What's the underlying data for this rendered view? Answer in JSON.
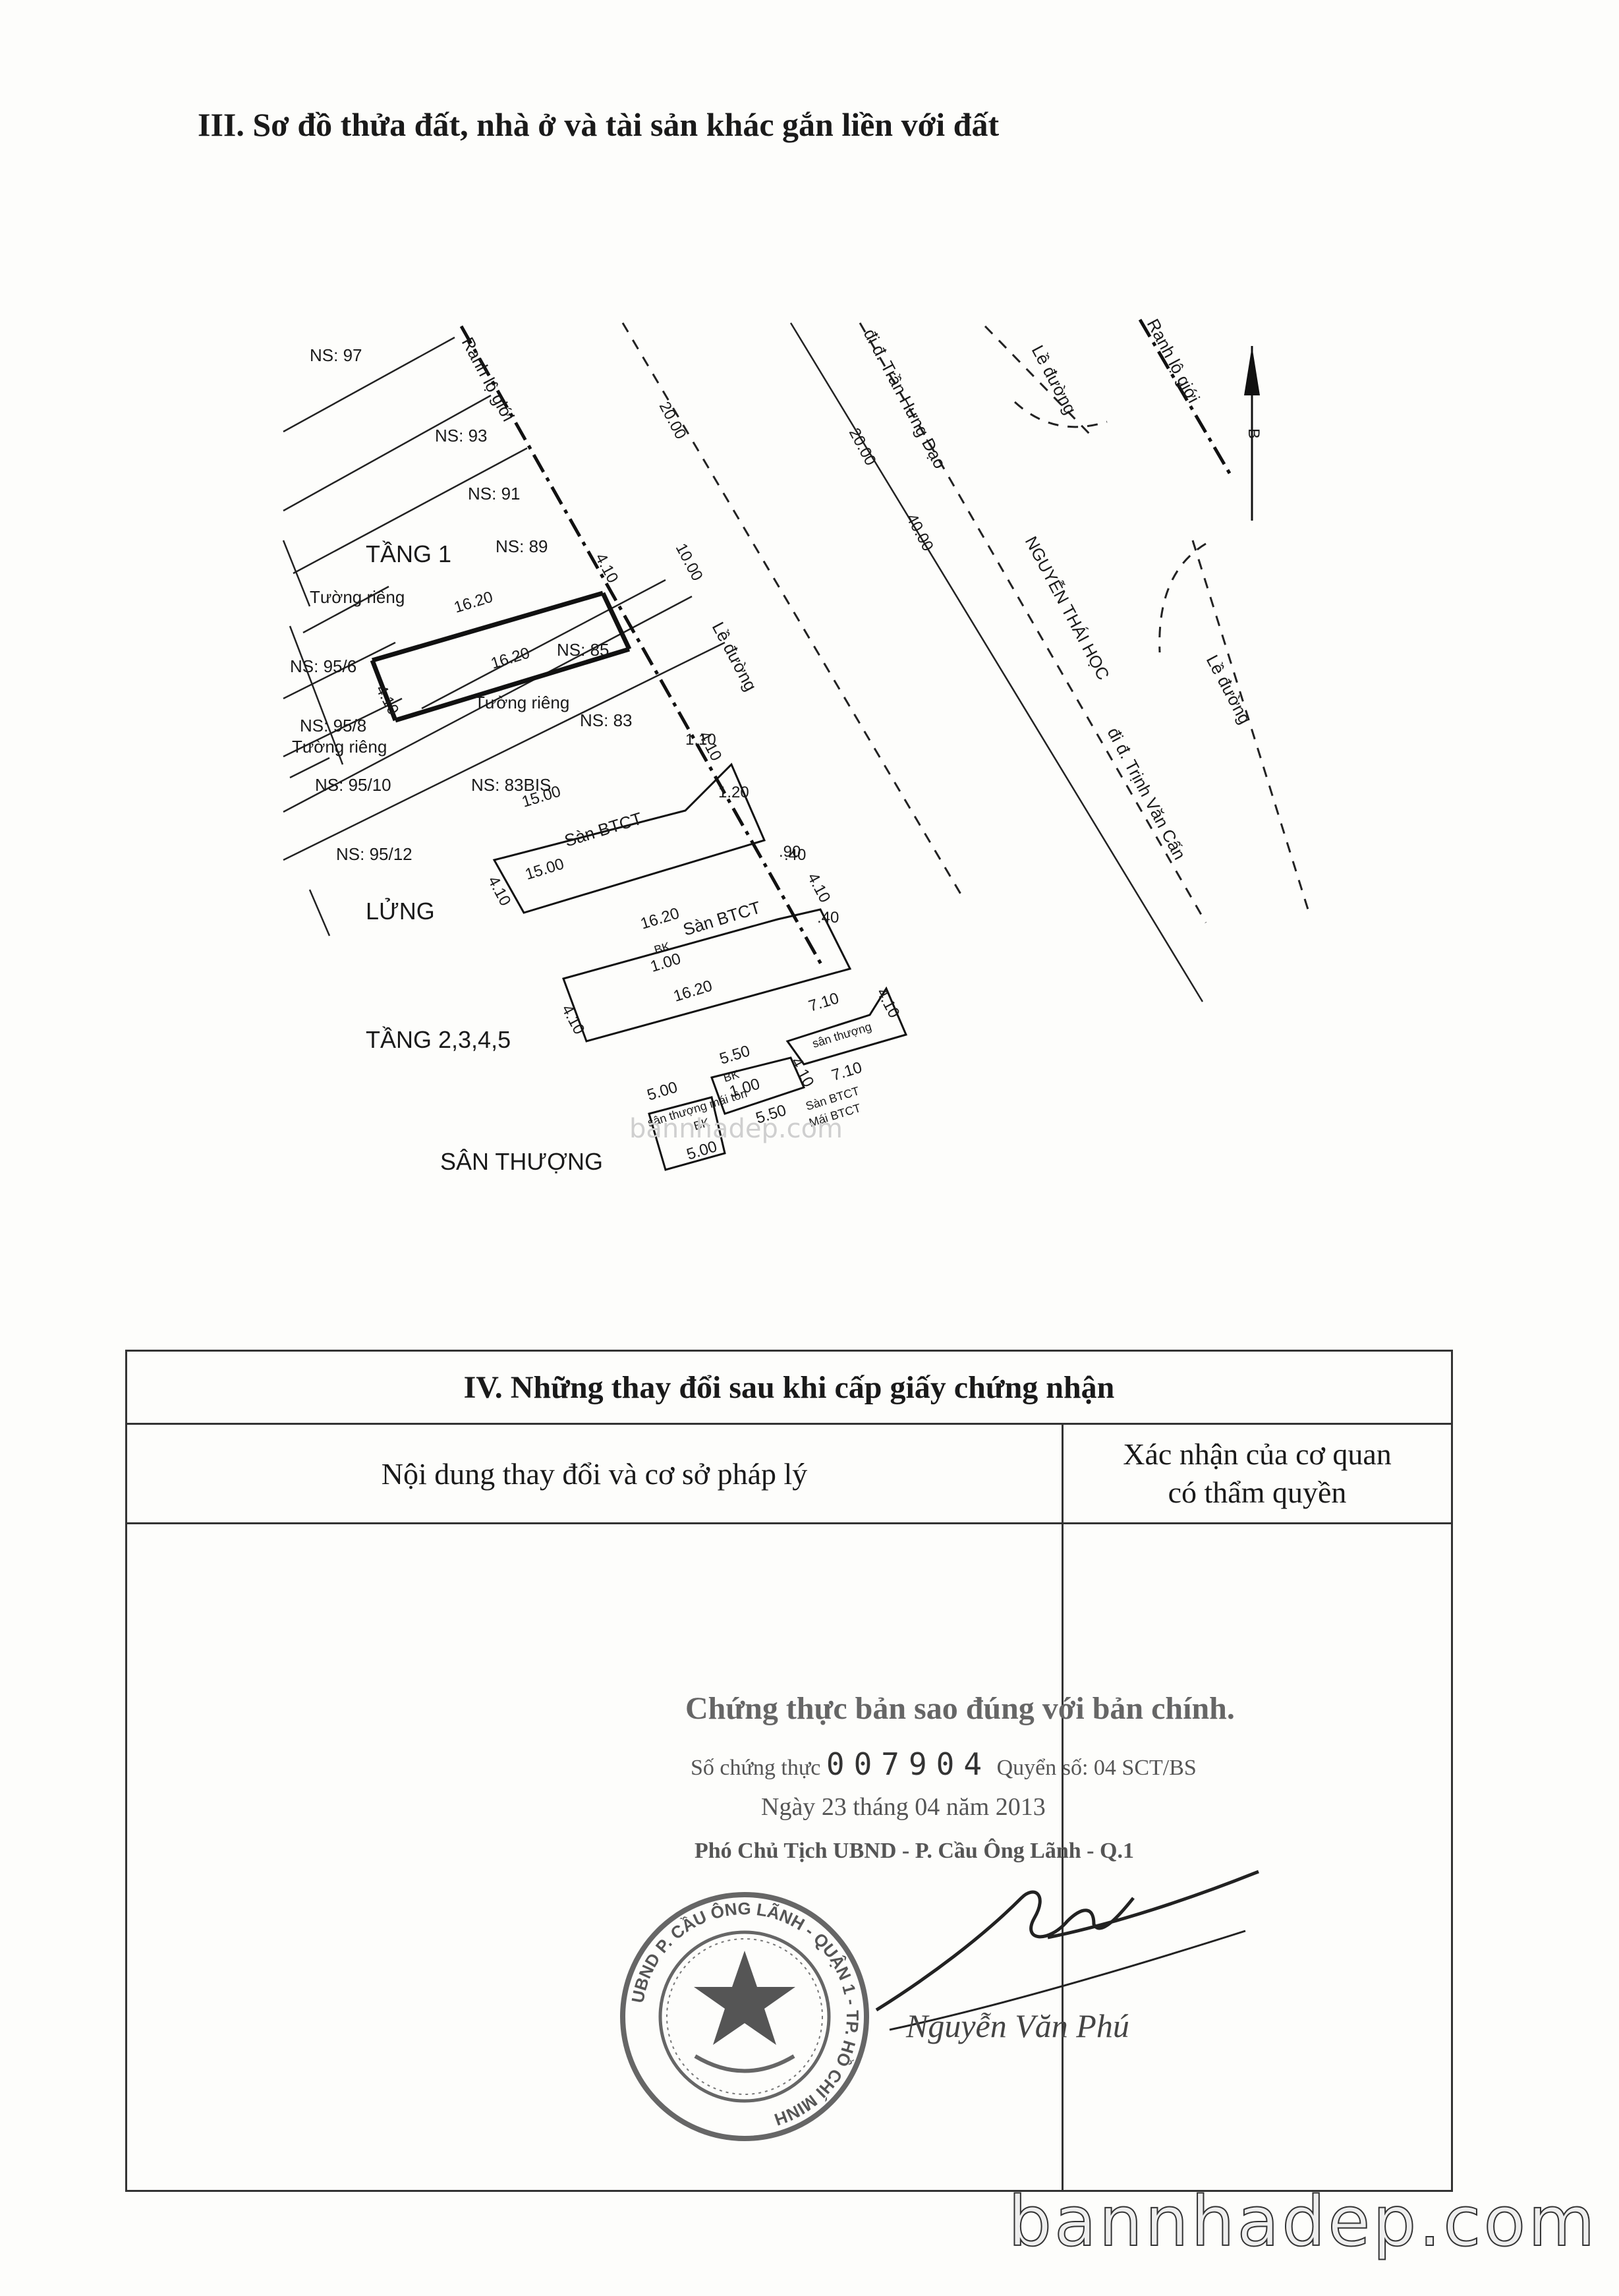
{
  "section3": {
    "title": "III. Sơ đồ thửa đất, nhà ở và tài sản khác gắn liền với đất"
  },
  "diagram": {
    "floors": {
      "tang1": "TẦNG 1",
      "lung": "LỬNG",
      "tang2345": "TẦNG 2,3,4,5",
      "santhuong": "SÂN THƯỢNG"
    },
    "neighbors": [
      "NS: 97",
      "NS: 93",
      "NS: 91",
      "NS: 89",
      "NS: 85",
      "NS: 83",
      "NS: 83BIS",
      "NS: 95/6",
      "NS: 95/8",
      "NS: 95/10",
      "NS: 95/12"
    ],
    "labels": {
      "ranh_lo_gioi_left": "Ranh lộ giới",
      "ranh_lo_gioi_right": "Ranh lộ giới",
      "tuong_rieng_1": "Tường riêng",
      "tuong_rieng_2": "Tường riêng",
      "tuong_rieng_3": "Tường riêng",
      "le_duong_1": "Lề đường",
      "le_duong_2": "Lề đường",
      "le_duong_3": "Lề đường",
      "street_main": "NGUYỄN THÁI HỌC",
      "street_to_tran": "đi đ. Trần Hưng Đạo",
      "street_to_tinh": "đi đ. Trịnh Văn Cấn",
      "san_btct_1": "Sàn BTCT",
      "san_btct_2": "Sàn BTCT",
      "san_thuong": "sân thượng",
      "san_thuong_mai_ton": "sân thượng mái tôn",
      "san_btct_mai": "Sàn BTCT",
      "mai_btct": "Mái BTCT",
      "ban_cong_1": "BK",
      "ban_cong_2": "BK",
      "ban_cong_3": "BK"
    },
    "dims": {
      "d2000a": "20.00",
      "d2000b": "20.00",
      "d4000": "40.00",
      "d1000": "10.00",
      "d410a": "4.10",
      "d410b": "4.10",
      "d410c": "4.10",
      "d410d": "4.10",
      "d410e": "4.10",
      "d410f": "4.10",
      "d410g": "4.10",
      "d410h": "4.10",
      "d1620a": "16.20",
      "d1620b": "16.20",
      "d1620c": "16.20",
      "d1620d": "16.20",
      "d1500a": "15.00",
      "d1500b": "15.00",
      "d710a": "7.10",
      "d710b": "7.10",
      "d550a": "5.50",
      "d550b": "5.50",
      "d500a": "5.00",
      "d500b": "5.00",
      "d120": "1.20",
      "d100a": "1.00",
      "d100b": "1.00",
      "d110": "1.10",
      "d040a": ".40",
      "d040b": ".40",
      "d090": ".90"
    },
    "north": "B"
  },
  "section4": {
    "title": "IV. Những thay đổi sau khi cấp giấy chứng nhận",
    "col1": "Nội dung thay đổi và cơ sở pháp lý",
    "col2_line1": "Xác nhận của cơ quan",
    "col2_line2": "có thẩm quyền"
  },
  "certification": {
    "line1": "Chứng thực bản sao đúng với bản chính.",
    "so_label": "Số chứng thực",
    "so_value": "007904",
    "quyen_label": "Quyển số:",
    "quyen_value": "04 SCT/BS",
    "ngay_label": "Ngày",
    "day": "23",
    "thang_label": "tháng",
    "month": "04",
    "nam_label": "năm",
    "year": "2013",
    "signer_title": "Phó Chủ Tịch UBND - P. Cầu Ông Lãnh - Q.1",
    "signer_name": "Nguyễn Văn Phú",
    "seal_text": "UBND P. CẦU ÔNG LÃNH - QUẬN 1 - TP. HỒ CHÍ MINH"
  },
  "watermarks": {
    "big": "bannhadep.com",
    "small": "bannhadep.com"
  }
}
